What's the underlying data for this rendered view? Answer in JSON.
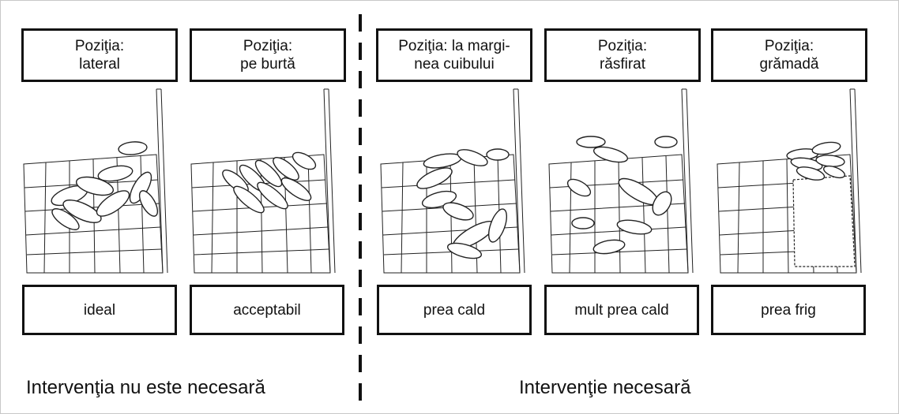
{
  "positions": [
    {
      "label": "Poziţia:\nlateral",
      "assessment": "ideal"
    },
    {
      "label": "Poziţia:\npe burtă",
      "assessment": "acceptabil"
    },
    {
      "label": "Poziţia: la margi-\nnea cuibului",
      "assessment": "prea cald"
    },
    {
      "label": "Poziţia:\nrăsfirat",
      "assessment": "mult prea cald"
    },
    {
      "label": "Poziţia:\ngrămadă",
      "assessment": "prea frig"
    }
  ],
  "groups": {
    "left": "Intervenţia nu este necesară",
    "right": "Intervenţie necesară"
  }
}
